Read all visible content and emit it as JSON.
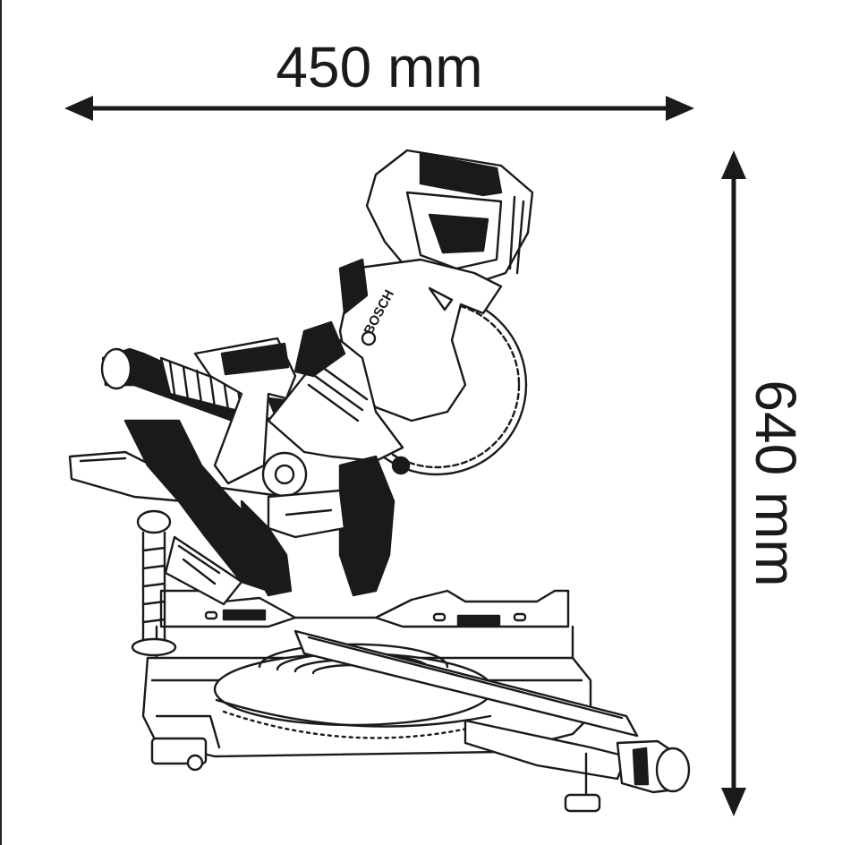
{
  "dimensions": {
    "width_label": "450 mm",
    "height_label": "640 mm"
  },
  "product": {
    "brand_mark": "BOSCH"
  },
  "colors": {
    "ink": "#1a1a1a",
    "background": "#ffffff"
  }
}
